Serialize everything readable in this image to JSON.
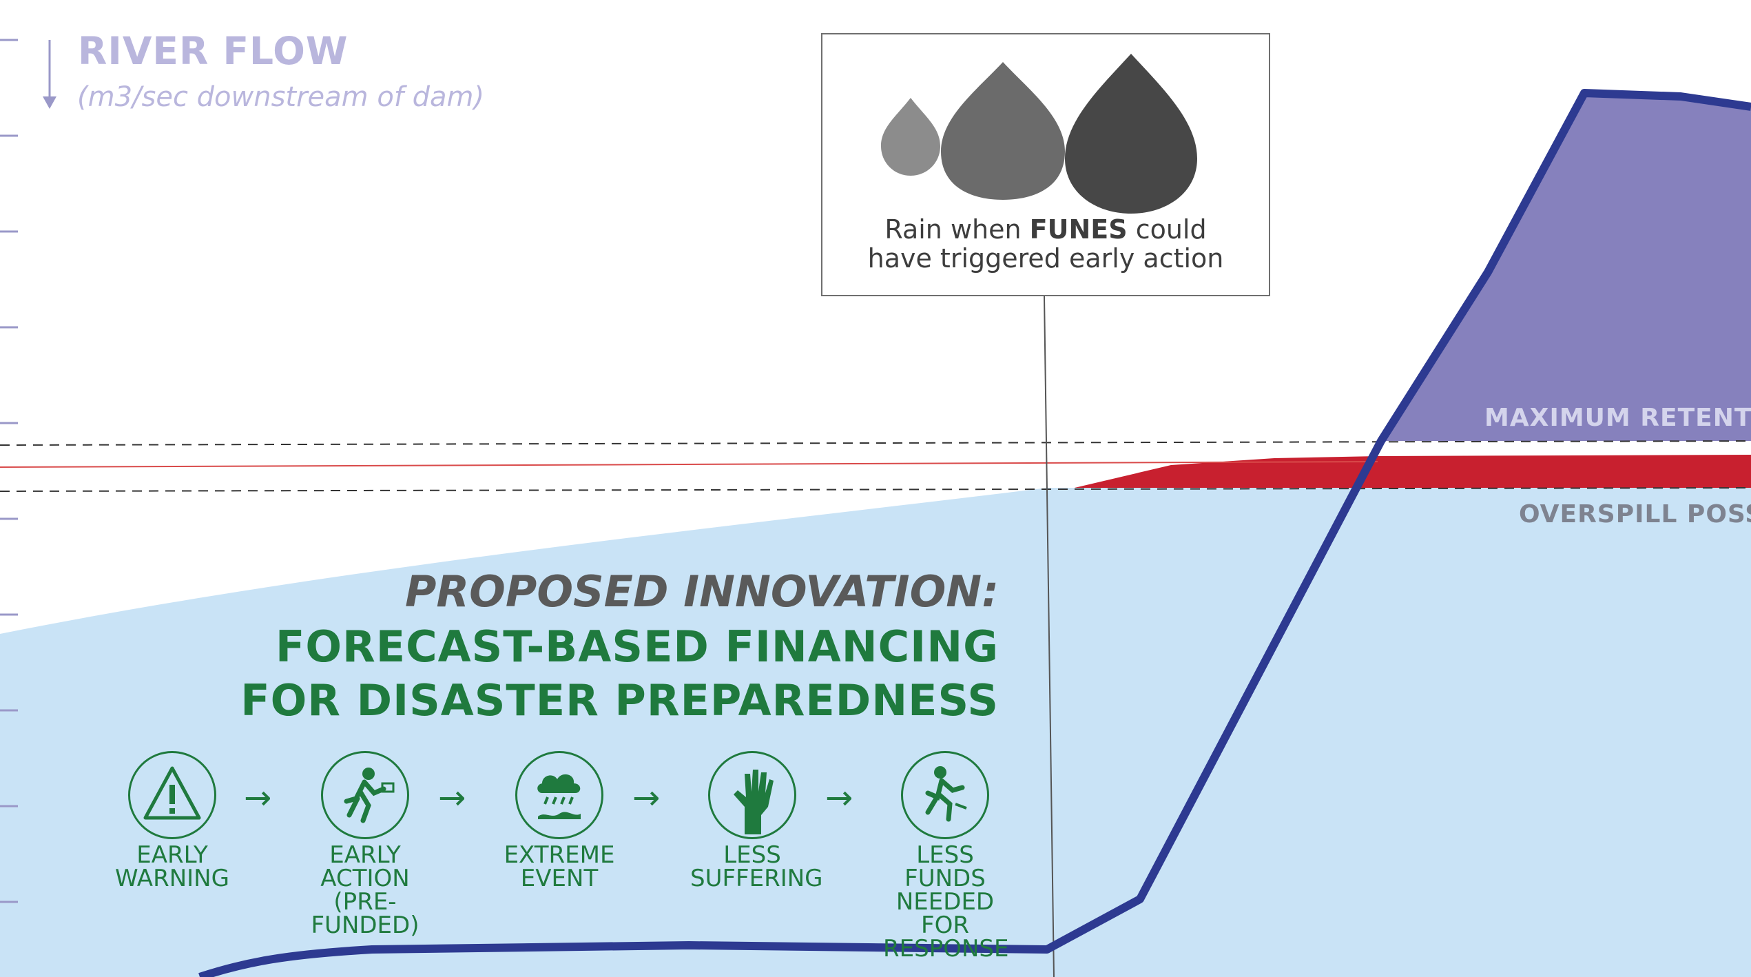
{
  "axis": {
    "title": "RIVER FLOW",
    "subtitle": "(m3/sec downstream of dam)"
  },
  "rain_box": {
    "caption_pre": "Rain when ",
    "caption_bold": "FUNES",
    "caption_post": " could",
    "caption_line2": "have triggered early action",
    "drops": [
      "small-drop",
      "medium-drop",
      "large-drop"
    ]
  },
  "levels": {
    "maximum": "MAXIMUM RETENTIO",
    "overspill": "OVERSPILL POSSIB"
  },
  "innovation": {
    "title": "PROPOSED INNOVATION:",
    "line1": "FORECAST-BASED FINANCING",
    "line2": "FOR DISASTER PREPAREDNESS"
  },
  "steps": [
    {
      "icon": "warning-icon",
      "line1": "EARLY",
      "line2": "WARNING",
      "line3": ""
    },
    {
      "icon": "running-with-money-icon",
      "line1": "EARLY",
      "line2": "ACTION",
      "line3": "(PRE-FUNDED)"
    },
    {
      "icon": "storm-cloud-icon",
      "line1": "EXTREME",
      "line2": "EVENT",
      "line3": ""
    },
    {
      "icon": "raised-hand-icon",
      "line1": "LESS",
      "line2": "SUFFERING",
      "line3": ""
    },
    {
      "icon": "running-person-icon",
      "line1": "LESS FUNDS",
      "line2": "NEEDED FOR",
      "line3": "RESPONSE"
    }
  ],
  "arrow_glyph": "→",
  "colors": {
    "reservoir_fill": "#c9e3f6",
    "retention_fill": "#8681bd",
    "overspill_fill": "#c8202f",
    "flow_line": "#2d3a91",
    "threshold_line": "#d94a4a",
    "text_green": "#1f7a3e"
  }
}
